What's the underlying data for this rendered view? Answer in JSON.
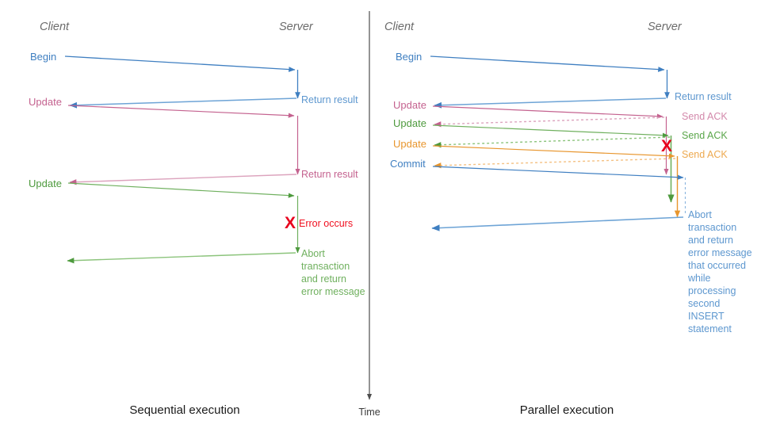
{
  "figure": {
    "colors": {
      "blue": "#3f7fc1",
      "blue_light": "#8fb8e0",
      "pink": "#c4628f",
      "pink_light": "#dfa6c0",
      "green": "#4e9a3e",
      "green_light": "#97c98a",
      "orange": "#e8962e",
      "orange_light": "#f4c183",
      "red": "#e8001c",
      "gray": "#6b6b6b",
      "divider": "#4d4d4d",
      "background": "#ffffff"
    },
    "time_axis": {
      "label": "Time",
      "direction": "downward"
    }
  },
  "left_panel": {
    "caption": "Sequential execution",
    "lanes": {
      "client": "Client",
      "server": "Server"
    },
    "messages": [
      {
        "label": "Begin",
        "color_key": "blue",
        "direction": "client-to-server"
      },
      {
        "label": "Return result",
        "color_key": "blue",
        "direction": "server-to-client"
      },
      {
        "label": "Update",
        "color_key": "pink",
        "direction": "client-to-server"
      },
      {
        "label": "Return result",
        "color_key": "pink",
        "direction": "server-to-client"
      },
      {
        "label": "Update",
        "color_key": "green",
        "direction": "client-to-server"
      },
      {
        "label": "Abort transaction and return error message",
        "color_key": "green",
        "direction": "server-to-client"
      }
    ],
    "error_marker": {
      "glyph": "X",
      "label": "Error occurs"
    },
    "notes": [
      {
        "key": "return_result_1",
        "text": "Return result",
        "color_key": "blue"
      },
      {
        "key": "return_result_2",
        "text": "Return result",
        "color_key": "pink"
      },
      {
        "key": "abort_note",
        "lines": [
          "Abort",
          "transaction",
          "and return",
          "error message"
        ],
        "color_key": "green"
      }
    ]
  },
  "right_panel": {
    "caption": "Parallel execution",
    "lanes": {
      "client": "Client",
      "server": "Server"
    },
    "messages": [
      {
        "label": "Begin",
        "color_key": "blue",
        "direction": "client-to-server"
      },
      {
        "label": "Update",
        "color_key": "pink",
        "direction": "client-to-server"
      },
      {
        "label": "Update",
        "color_key": "green",
        "direction": "client-to-server"
      },
      {
        "label": "Update",
        "color_key": "orange",
        "direction": "client-to-server"
      },
      {
        "label": "Commit",
        "color_key": "blue",
        "direction": "client-to-server"
      }
    ],
    "error_marker": {
      "glyph": "X"
    },
    "notes": [
      {
        "key": "return_result",
        "text": "Return result",
        "color_key": "blue"
      },
      {
        "key": "send_ack_1",
        "text": "Send ACK",
        "color_key": "pink"
      },
      {
        "key": "send_ack_2",
        "text": "Send ACK",
        "color_key": "green"
      },
      {
        "key": "send_ack_3",
        "text": "Send ACK",
        "color_key": "orange"
      },
      {
        "key": "abort_note",
        "lines": [
          "Abort",
          "transaction",
          "and return",
          "error message",
          "that occurred",
          "while",
          "processing",
          "second",
          "INSERT",
          "statement"
        ],
        "color_key": "blue"
      }
    ]
  }
}
